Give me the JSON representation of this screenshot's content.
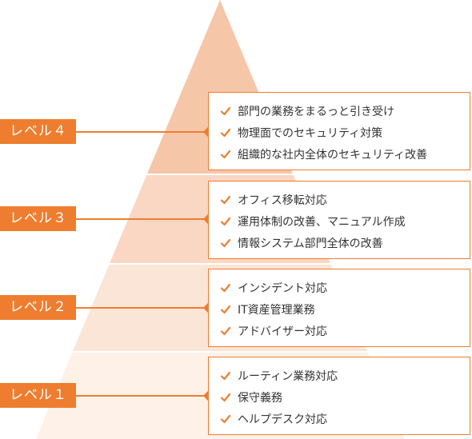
{
  "colors": {
    "accent": "#ee7d2f",
    "tiers": [
      "#f6c6a8",
      "#f9d7c2",
      "#fbe5d6",
      "#fdf1e8"
    ]
  },
  "levels": [
    {
      "label": "レベル４",
      "items": [
        "部門の業務をまるっと引き受け",
        "物理面でのセキュリティ対策",
        "組織的な社内全体のセキュリティ改善"
      ]
    },
    {
      "label": "レベル３",
      "items": [
        "オフィス移転対応",
        "運用体制の改善、マニュアル作成",
        "情報システム部門全体の改善"
      ]
    },
    {
      "label": "レベル２",
      "items": [
        "インシデント対応",
        "IT資産管理業務",
        "アドバイザー対応"
      ]
    },
    {
      "label": "レベル１",
      "items": [
        "ルーティン業務対応",
        "保守義務",
        "ヘルプデスク対応"
      ]
    }
  ]
}
